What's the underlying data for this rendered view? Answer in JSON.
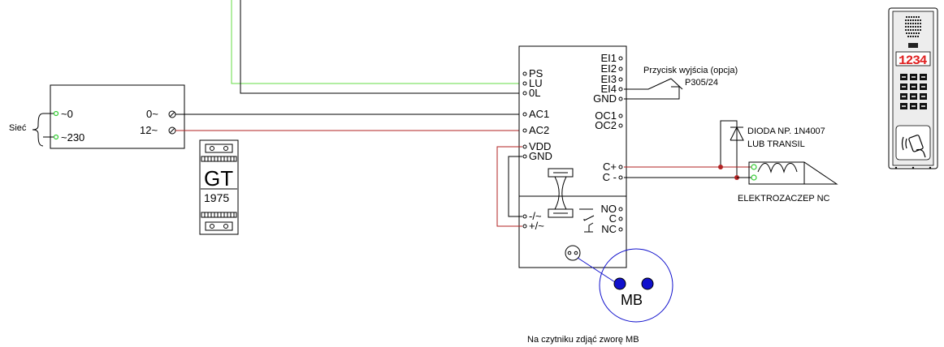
{
  "power_supply": {
    "input_label": "Sieć",
    "in_l1": "~0",
    "in_l2": "~230",
    "out_1": "0~",
    "out_2": "12~"
  },
  "din_module": {
    "brand": "GT",
    "model": "1975"
  },
  "controller": {
    "left_terminals": [
      "PS",
      "LU",
      "0L",
      "AC1",
      "AC2",
      "VDD",
      "GND"
    ],
    "right_terminals": [
      "EI1",
      "EI2",
      "EI3",
      "EI4",
      "GND",
      "OC1",
      "OC2",
      "C+",
      "C -"
    ]
  },
  "relay": {
    "left_terminals": [
      "-/~",
      "+/~"
    ],
    "right_terminals": [
      "NO",
      "C",
      "NC"
    ]
  },
  "exit_button": {
    "label": "Przycisk wyjścia (opcja)",
    "model": "P305/24"
  },
  "diode": {
    "line1": "DIODA NP. 1N4007",
    "line2": "LUB TRANSIL"
  },
  "lock": {
    "label": "ELEKTROZACZEP NC"
  },
  "jumper": {
    "label": "MB",
    "note": "Na czytniku zdjąć zworę MB"
  },
  "panel": {
    "display": "1234"
  },
  "colors": {
    "green_wire": "#66dd44",
    "red_wire": "#b22222",
    "jumper_blue": "#1010cc",
    "display_red": "#e02020"
  }
}
